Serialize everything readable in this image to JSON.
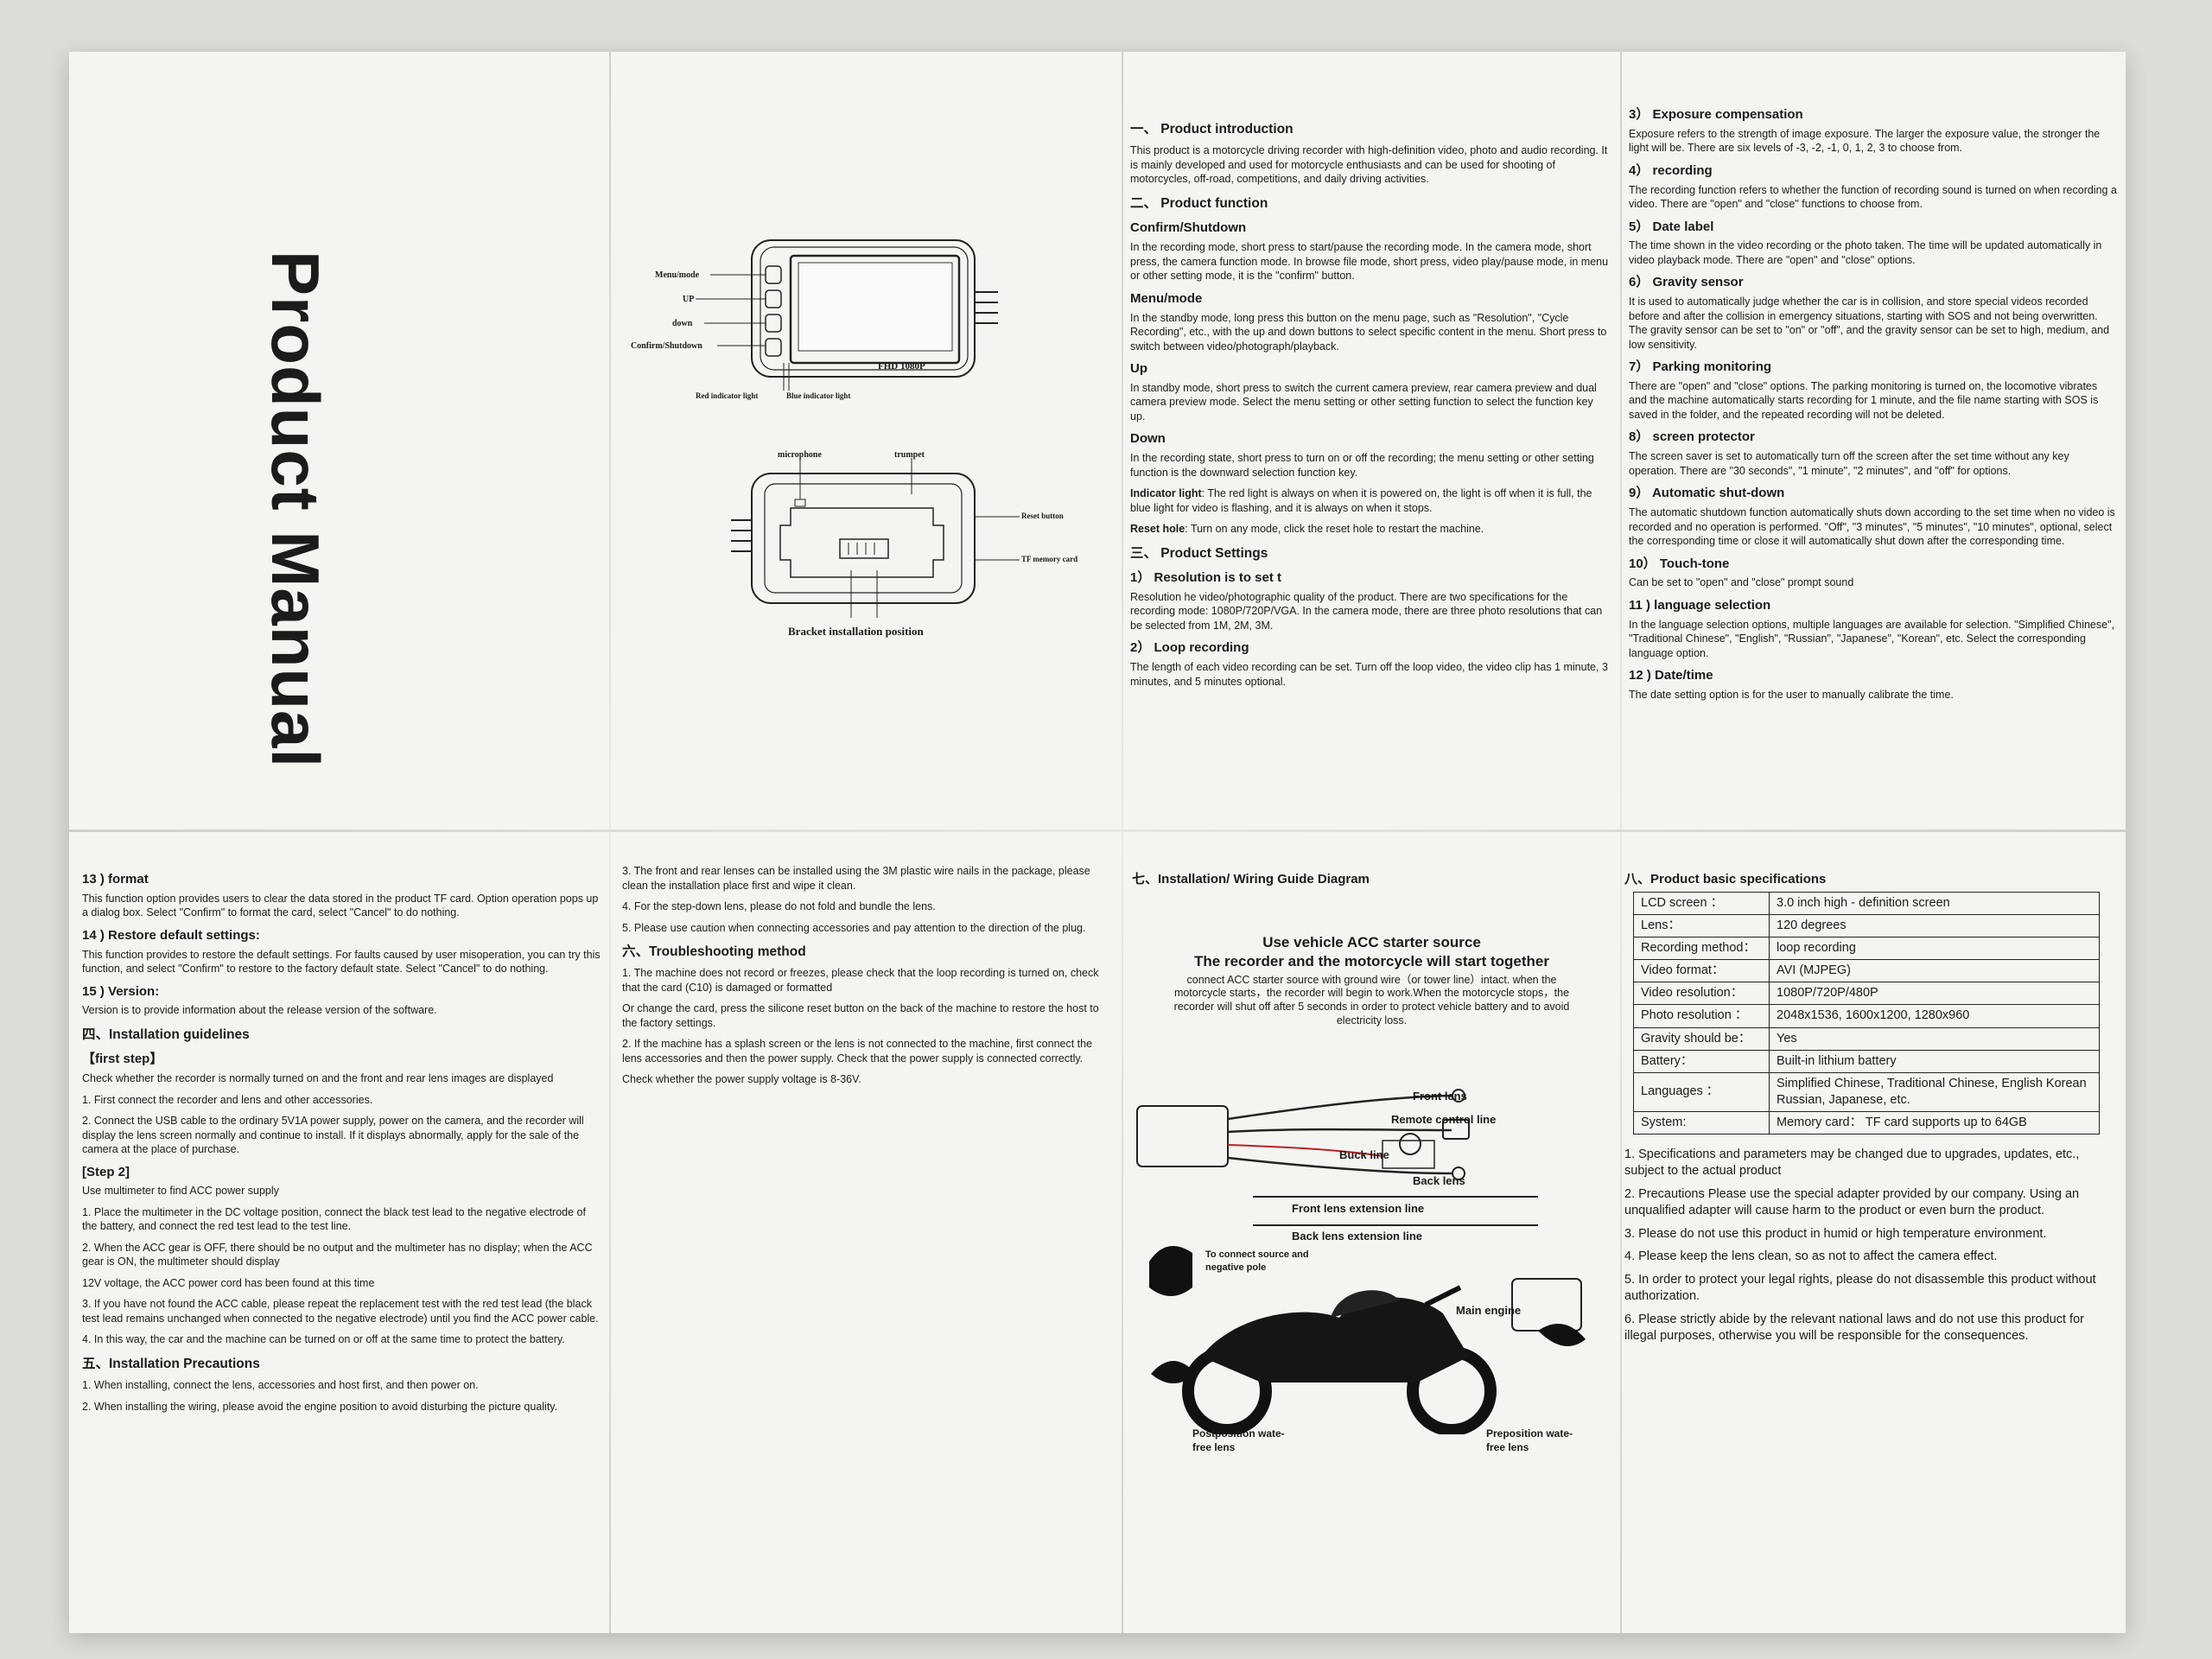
{
  "cover": {
    "title": "Product Manual"
  },
  "diagram_front": {
    "screen_text": "FHD 1080P",
    "labels": [
      "Menu/mode",
      "UP",
      "down",
      "Confirm/Shutdown"
    ],
    "bottom_labels": [
      "Red indicator light",
      "Blue indicator light"
    ]
  },
  "diagram_back": {
    "labels": [
      "microphone",
      "trumpet",
      "Reset button",
      "TF memory card"
    ],
    "caption": "Bracket installation position"
  },
  "intro": {
    "sec1_title": "一、 Product introduction",
    "sec1_text": "This product is a motorcycle driving recorder with high-definition video, photo and audio recording. It is mainly developed and used for motorcycle enthusiasts and can be used for shooting of motorcycles, off-road, competitions, and daily driving activities.",
    "sec2_title": "二、 Product function",
    "confirm_title": "Confirm/Shutdown",
    "confirm_text": "In the recording mode, short press to start/pause the recording mode. In the camera mode, short press, the camera function mode. In browse file mode, short press, video play/pause mode, in menu or other setting mode, it is the \"confirm\" button.",
    "menu_title": "Menu/mode",
    "menu_text": "In the standby mode, long press this button on the menu page, such as \"Resolution\", \"Cycle Recording\", etc., with the up and down buttons to select specific content in the menu. Short press to switch between video/photograph/playback.",
    "up_title": "Up",
    "up_text": "In standby mode, short press to switch the current camera preview, rear camera preview and dual camera preview mode. Select the menu setting or other setting function to select the function key up.",
    "down_title": "Down",
    "down_text": "In the recording state, short press to turn on or off the recording; the menu setting or other setting function is the downward selection function key.",
    "ind_title": "Indicator light",
    "ind_text": ": The red light is always on when it is powered on, the light is off when it is full, the blue light for video is flashing, and it is always on when it stops.",
    "reset_title": "Reset hole",
    "reset_text": ": Turn on any mode, click the reset hole to restart the machine.",
    "sec3_title": "三、 Product Settings",
    "s1_title": "1） Resolution is to set t",
    "s1_text": "Resolution he video/photographic quality of the product. There are two specifications for the recording mode: 1080P/720P/VGA. In the camera mode, there are three photo resolutions that can be selected from 1M, 2M, 3M.",
    "s2_title": "2） Loop recording",
    "s2_text": "The length of each video recording can be set. Turn off the loop video, the video clip has 1 minute, 3 minutes, and 5 minutes optional."
  },
  "settings": {
    "s3_title": "3） Exposure compensation",
    "s3_text": "Exposure refers to the strength of image exposure. The larger the exposure value, the stronger the light will be. There are six levels of -3, -2, -1, 0, 1, 2, 3 to choose from.",
    "s4_title": "4） recording",
    "s4_text": "The recording function refers to whether the function of recording sound is turned on when recording a video. There are \"open\" and \"close\" functions to choose from.",
    "s5_title": "5） Date label",
    "s5_text": "The time shown in the video recording or the photo taken. The time will be updated automatically in video playback mode. There are \"open\" and \"close\" options.",
    "s6_title": "6） Gravity sensor",
    "s6_text": "It is used to automatically judge whether the car is in collision, and store special videos recorded before and after the collision in emergency situations, starting with SOS and not being overwritten. The gravity sensor can be set to \"on\" or \"off\", and the gravity sensor can be set to high, medium, and low sensitivity.",
    "s7_title": "7） Parking monitoring",
    "s7_text": "There are \"open\" and \"close\" options. The parking monitoring is turned on, the locomotive vibrates and the machine automatically starts recording for 1 minute, and the file name starting with SOS is saved in the folder, and the repeated recording will not be deleted.",
    "s8_title": "8） screen protector",
    "s8_text": "The screen saver is set to automatically turn off the screen after the set time without any key operation. There are \"30 seconds\", \"1 minute\", \"2 minutes\", and \"off\" for options.",
    "s9_title": "9） Automatic shut-down",
    "s9_text": "The automatic shutdown function automatically shuts down according to the set time when no video is recorded and no operation is performed. \"Off\", \"3 minutes\", \"5 minutes\", \"10 minutes\", optional, select the corresponding time or close it will automatically shut down after the corresponding time.",
    "s10_title": "10） Touch-tone",
    "s10_text": "Can be set to \"open\" and \"close\" prompt sound",
    "s11_title": "11 ) language selection",
    "s11_text": "In the language selection options, multiple languages are available for selection. \"Simplified Chinese\", \"Traditional Chinese\", \"English\", \"Russian\", \"Japanese\", \"Korean\", etc. Select the corresponding language option.",
    "s12_title": "12 ) Date/time",
    "s12_text": "The date setting option is for the user to manually calibrate the time."
  },
  "bottom_left": {
    "s13_title": "13 ) format",
    "s13_text": "This function option provides users to clear the data stored in the product TF card. Option operation pops up a dialog box. Select \"Confirm\" to format the card, select \"Cancel\" to do nothing.",
    "s14_title": "14 ) Restore default settings:",
    "s14_text": "This function provides to restore the default settings. For faults caused by user misoperation, you can try this function, and select \"Confirm\" to restore to the factory default state. Select \"Cancel\" to do nothing.",
    "s15_title": "15 ) Version:",
    "s15_text": "Version is to provide information about the release version of the software.",
    "sec4_title": "四、Installation guidelines",
    "step1_title": "【first step】",
    "step1_text": "Check whether the recorder is normally turned on and the front and rear lens images are displayed",
    "step1_i1": "1. First connect the recorder and lens and other accessories.",
    "step1_i2": "2. Connect the USB cable to the ordinary 5V1A power supply, power on the camera, and the recorder will display the lens screen normally and continue to install. If it displays abnormally, apply for the sale of the camera at the place of purchase.",
    "step2_title": "[Step 2]",
    "step2_text": "Use multimeter to find ACC power supply",
    "step2_i1": "1. Place the multimeter in the DC voltage position, connect the black test lead to the negative electrode of the battery, and connect the red test lead to the test line.",
    "step2_i2": "2. When the ACC gear is OFF, there should be no output and the multimeter has no display; when the ACC gear is ON, the multimeter should display",
    "step2_i2b": "12V voltage, the ACC power cord has been found at this time",
    "step2_i3": "3. If you have not found the ACC cable, please repeat the replacement test with the red test lead (the black test lead remains unchanged when connected to the negative electrode) until you find the ACC power cable.",
    "step2_i4": "4. In this way, the car and the machine can be turned on or off at the same time to protect the battery.",
    "sec5_title": "五、Installation Precautions",
    "sec5_i1": "1. When installing, connect the lens, accessories and host first, and then power on.",
    "sec5_i2": "2. When installing the wiring, please avoid the engine position to avoid disturbing the picture quality."
  },
  "bottom_mid": {
    "p3": "3. The front and rear lenses can be installed using the 3M plastic wire nails in the package, please clean the installation place first and wipe it clean.",
    "p4": "4. For the step-down lens, please do not fold and bundle the lens.",
    "p5": "5. Please use caution when connecting accessories and pay attention to the direction of the plug.",
    "sec6_title": "六、Troubleshooting method",
    "t1": "1. The machine does not record or freezes, please check that the loop recording is turned on, check that the card (C10) is damaged or formatted",
    "t1b": "Or change the card, press the silicone reset button on the back of the machine to restore the host to the factory settings.",
    "t2": "2. If the machine has a splash screen or the lens is not connected to the machine, first connect the lens accessories and then the power supply. Check that the power supply is connected correctly.",
    "t3": "Check whether the power supply voltage is 8-36V."
  },
  "wiring": {
    "sec7_title": "七、Installation/ Wiring Guide Diagram",
    "head1": "Use vehicle ACC starter source",
    "head2": "The recorder and the motorcycle will start together",
    "sub": "connect ACC starter source with ground wire（or tower line）intact. when the motorcycle starts，the recorder will begin to work.When the motorcycle stops，the recorder will shut off after 5 seconds in order to protect vehicle battery and to avoid electricity loss.",
    "labels": [
      "Front lens",
      "Remote control line",
      "Buck line",
      "Back lens",
      "Front lens extension line",
      "Back lens extension line",
      "To connect source and negative pole",
      "Main engine",
      "Postposition wate-free lens",
      "Preposition wate-free lens"
    ]
  },
  "specs": {
    "sec8_title": "八、Product basic specifications",
    "rows": [
      {
        "k": "LCD screen ：",
        "v": "3.0 inch high - definition screen"
      },
      {
        "k": "Lens：",
        "v": "120 degrees"
      },
      {
        "k": "Recording method：",
        "v": "loop recording"
      },
      {
        "k": "Video format：",
        "v": "AVI (MJPEG)"
      },
      {
        "k": "Video resolution：",
        "v": "1080P/720P/480P"
      },
      {
        "k": "Photo resolution ：",
        "v": "2048x1536, 1600x1200, 1280x960"
      },
      {
        "k": "Gravity should be：",
        "v": "Yes"
      },
      {
        "k": "Battery：",
        "v": "Built-in lithium battery"
      },
      {
        "k": "Languages ：",
        "v": "Simplified Chinese, Traditional Chinese, English Korean Russian, Japanese, etc."
      },
      {
        "k": "System:",
        "v": "Memory card： TF card supports up to 64GB"
      }
    ],
    "n1": "1. Specifications and parameters may be changed due to upgrades, updates, etc., subject to the actual product",
    "n2": "2. Precautions Please use the special adapter provided by our company. Using an unqualified adapter will cause harm to the product or even burn the product.",
    "n3": "3. Please do not use this product in humid or high temperature environment.",
    "n4": "4. Please keep the lens clean, so as not to affect the camera effect.",
    "n5": "5. In order to protect your legal rights, please do not disassemble this product without authorization.",
    "n6": "6. Please strictly abide by the relevant national laws and do not use this product for illegal purposes, otherwise you will be responsible for the consequences."
  }
}
